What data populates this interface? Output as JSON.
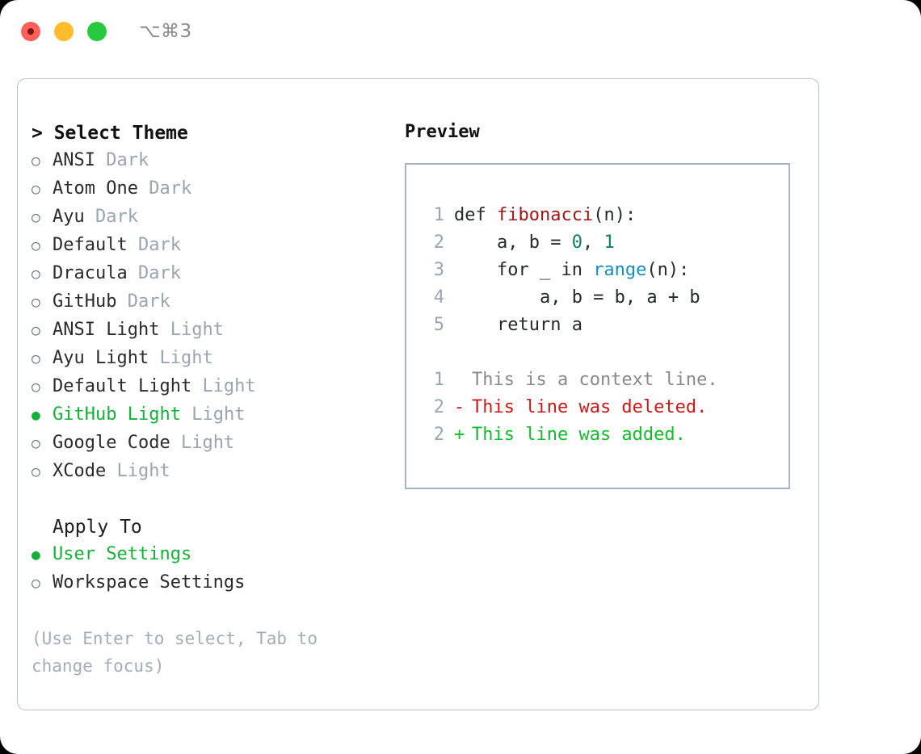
{
  "window": {
    "shortcut": "⌥⌘3",
    "traffic_lights": [
      {
        "name": "close",
        "color": "#ff6059"
      },
      {
        "name": "minimize",
        "color": "#ffbd2e"
      },
      {
        "name": "maximize",
        "color": "#27c93f"
      }
    ]
  },
  "theme_picker": {
    "heading": "> Select Theme",
    "marker_unselected": "○",
    "marker_selected": "●",
    "items": [
      {
        "label": "ANSI",
        "badge": "Dark",
        "selected": false
      },
      {
        "label": "Atom One",
        "badge": "Dark",
        "selected": false
      },
      {
        "label": "Ayu",
        "badge": "Dark",
        "selected": false
      },
      {
        "label": "Default",
        "badge": "Dark",
        "selected": false
      },
      {
        "label": "Dracula",
        "badge": "Dark",
        "selected": false
      },
      {
        "label": "GitHub",
        "badge": "Dark",
        "selected": false
      },
      {
        "label": "ANSI Light",
        "badge": "Light",
        "selected": false
      },
      {
        "label": "Ayu Light",
        "badge": "Light",
        "selected": false
      },
      {
        "label": "Default Light",
        "badge": "Light",
        "selected": false
      },
      {
        "label": "GitHub Light",
        "badge": "Light",
        "selected": true
      },
      {
        "label": "Google Code",
        "badge": "Light",
        "selected": false
      },
      {
        "label": "XCode",
        "badge": "Light",
        "selected": false
      }
    ]
  },
  "apply_to": {
    "heading": "Apply To",
    "items": [
      {
        "label": "User Settings",
        "selected": true
      },
      {
        "label": "Workspace Settings",
        "selected": false
      }
    ]
  },
  "hint": "(Use Enter to select, Tab to change focus)",
  "preview": {
    "title": "Preview",
    "code_lines": [
      {
        "no": "1",
        "tokens": [
          {
            "text": "def ",
            "type": "plain"
          },
          {
            "text": "fibonacci",
            "type": "func"
          },
          {
            "text": "(n):",
            "type": "plain"
          }
        ]
      },
      {
        "no": "2",
        "tokens": [
          {
            "text": "    a, b = ",
            "type": "plain"
          },
          {
            "text": "0",
            "type": "num"
          },
          {
            "text": ", ",
            "type": "plain"
          },
          {
            "text": "1",
            "type": "num"
          }
        ]
      },
      {
        "no": "3",
        "tokens": [
          {
            "text": "    for _ in ",
            "type": "plain"
          },
          {
            "text": "range",
            "type": "builtin"
          },
          {
            "text": "(n):",
            "type": "plain"
          }
        ]
      },
      {
        "no": "4",
        "tokens": [
          {
            "text": "        a, b = b, a + b",
            "type": "plain"
          }
        ]
      },
      {
        "no": "5",
        "tokens": [
          {
            "text": "    return a",
            "type": "plain"
          }
        ]
      }
    ],
    "diff_lines": [
      {
        "no": "1",
        "mark": " ",
        "text": "This is a context line.",
        "kind": "context"
      },
      {
        "no": "2",
        "mark": "-",
        "text": "This line was deleted.",
        "kind": "del"
      },
      {
        "no": "2",
        "mark": "+",
        "text": "This line was added.",
        "kind": "add"
      }
    ]
  },
  "colors": {
    "accent_green": "#12b23a",
    "badge_grey": "#9aa5b1",
    "diff_add": "#14bb2c",
    "diff_del": "#d01818",
    "func": "#a31515",
    "number": "#0a8163",
    "builtin": "#1391bf"
  }
}
